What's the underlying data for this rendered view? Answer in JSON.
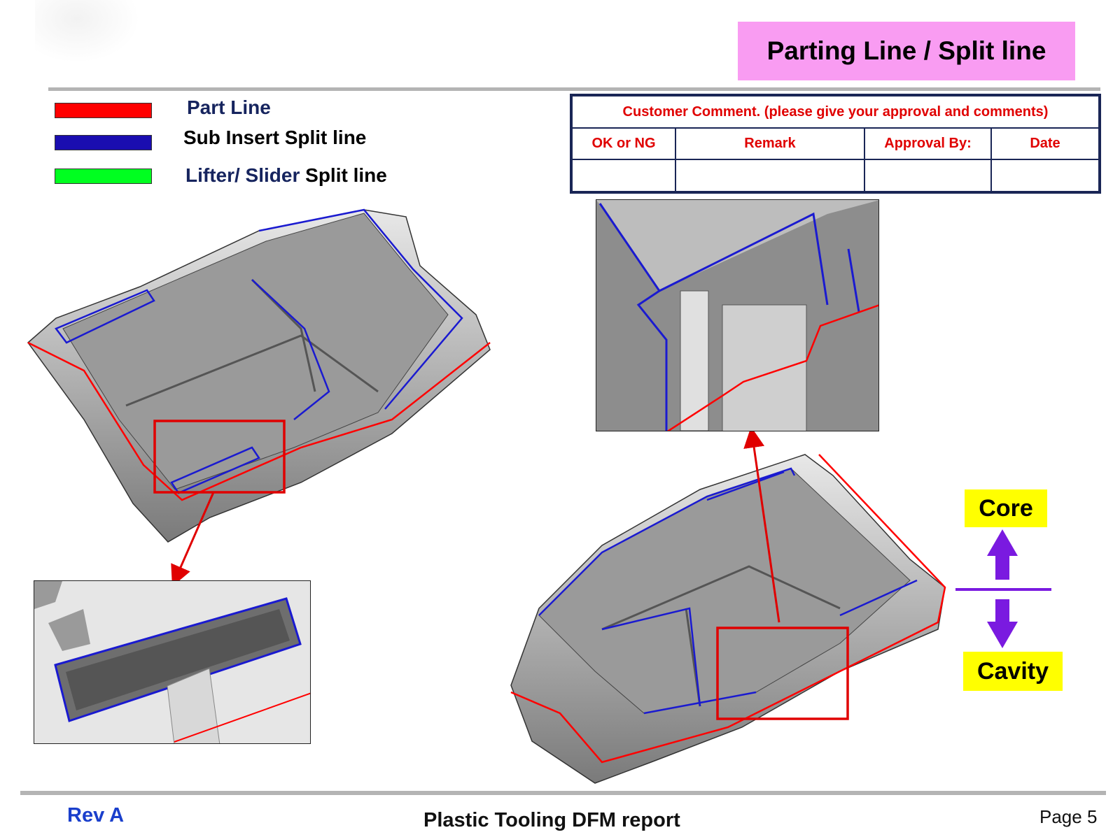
{
  "header": {
    "title": "Parting Line / Split line"
  },
  "legend": [
    {
      "label": "Part Line",
      "color": "#ff0000"
    },
    {
      "label_part1": "Sub Insert Split line",
      "color": "#1a0db0"
    },
    {
      "label_part1": "Lifter/ Slider",
      "label_part2": "Split line",
      "color": "#00ff20"
    }
  ],
  "comment_table": {
    "title": "Customer Comment. (please give your approval and comments)",
    "columns": [
      "OK or NG",
      "Remark",
      "Approval By:",
      "Date"
    ],
    "values": [
      "",
      "",
      "",
      ""
    ]
  },
  "direction": {
    "core": "Core",
    "cavity": "Cavity",
    "arrow_color": "#7a1ae0"
  },
  "footer": {
    "revision": "Rev A",
    "report_title": "Plastic Tooling DFM report",
    "page": "Page 5"
  }
}
